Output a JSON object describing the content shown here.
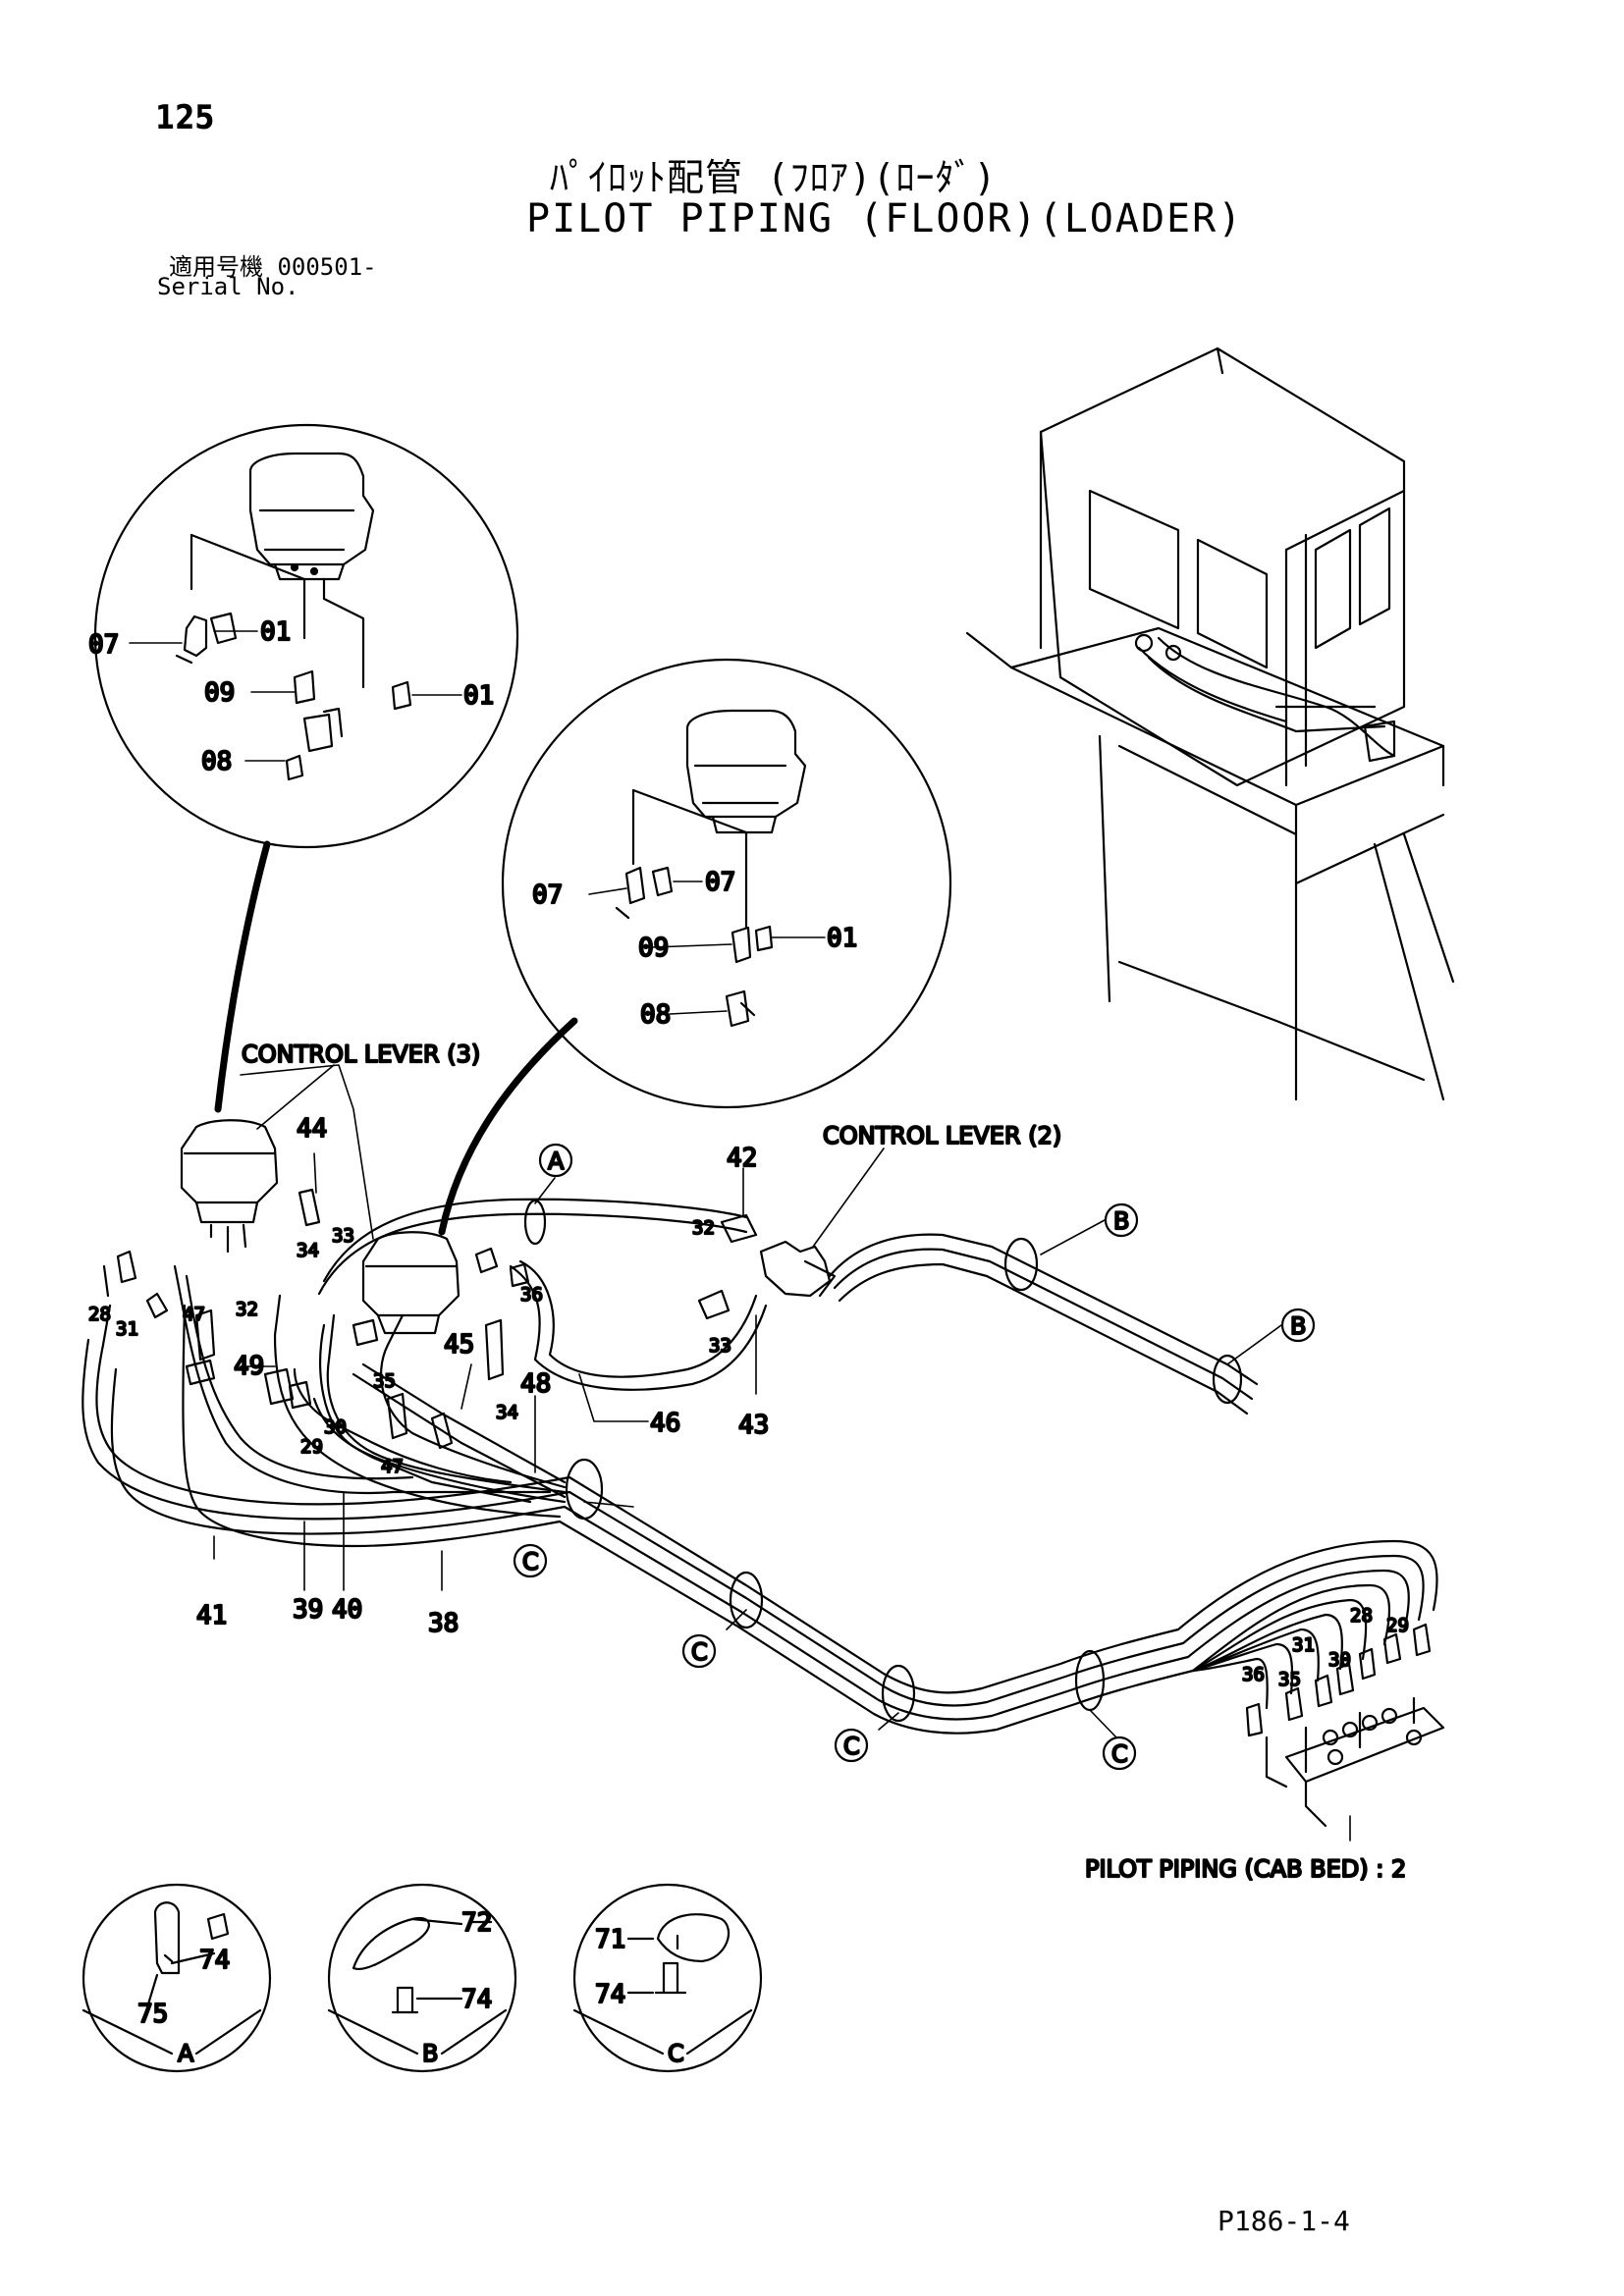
{
  "page": {
    "number": "125",
    "title_jp": "ﾊﾟｲﾛｯﾄ配管 (ﾌﾛｱ)(ﾛｰﾀﾞ)",
    "title_en": "PILOT PIPING (FLOOR)(LOADER)",
    "serial_jp": "適用号機 000501-",
    "serial_en": "Serial No.",
    "footer": "P186-1-4"
  },
  "callouts": {
    "control_lever_3": "CONTROL LEVER (3)",
    "control_lever_2": "CONTROL LEVER (2)",
    "cab_bed": "PILOT PIPING (CAB BED) : 2",
    "A": "A",
    "B": "B",
    "C": "C"
  },
  "parts": {
    "p01": "01",
    "p07": "07",
    "p08": "08",
    "p09": "09",
    "p28": "28",
    "p29": "29",
    "p30": "30",
    "p31": "31",
    "p32": "32",
    "p33": "33",
    "p34": "34",
    "p35": "35",
    "p36": "36",
    "p38": "38",
    "p39": "39",
    "p40": "40",
    "p41": "41",
    "p42": "42",
    "p43": "43",
    "p44": "44",
    "p45": "45",
    "p46": "46",
    "p47": "47",
    "p48": "48",
    "p49": "49",
    "p71": "71",
    "p72": "72",
    "p74": "74",
    "p75": "75"
  }
}
